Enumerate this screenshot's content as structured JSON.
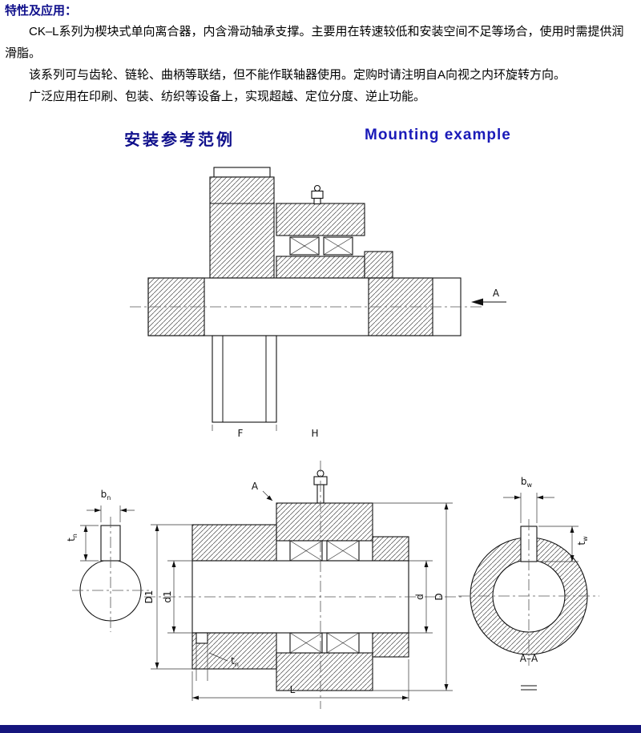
{
  "colors": {
    "heading_navy": "#10108c",
    "title_zh": "#10108c",
    "title_en": "#1a1ab8",
    "footer_bar": "#15157d",
    "body_text": "#000000"
  },
  "intro": {
    "heading": "特性及应用：",
    "paragraphs": [
      "CK–L系列为楔块式单向离合器，内含滑动轴承支撑。主要用在转速较低和安装空间不足等场合，使用时需提供润滑脂。",
      "该系列可与齿轮、链轮、曲柄等联结，但不能作联轴器使用。定购时请注明自A向视之内环旋转方向。",
      "广泛应用在印刷、包装、纺织等设备上，实现超越、定位分度、逆止功能。"
    ]
  },
  "section_titles": {
    "zh": "安装参考范例",
    "en": "Mounting example"
  },
  "mounting_drawing": {
    "view_arrow_label": "A",
    "label_f": "F",
    "label_h": "H"
  },
  "dimension_drawing": {
    "left_view": {
      "key_width": "b",
      "key_width_sub": "n",
      "key_depth": "t",
      "key_depth_sub": "n"
    },
    "section_view": {
      "cut_label_top": "A",
      "dia_flange": "D1",
      "dia_bore_left": "d1",
      "dia_bore_right": "d",
      "dia_outer": "D",
      "length": "L",
      "keyway_label": "t",
      "keyway_label_sub": "n"
    },
    "right_view": {
      "key_width": "b",
      "key_width_sub": "w",
      "key_depth": "t",
      "key_depth_sub": "w",
      "section_name": "A–A"
    }
  }
}
